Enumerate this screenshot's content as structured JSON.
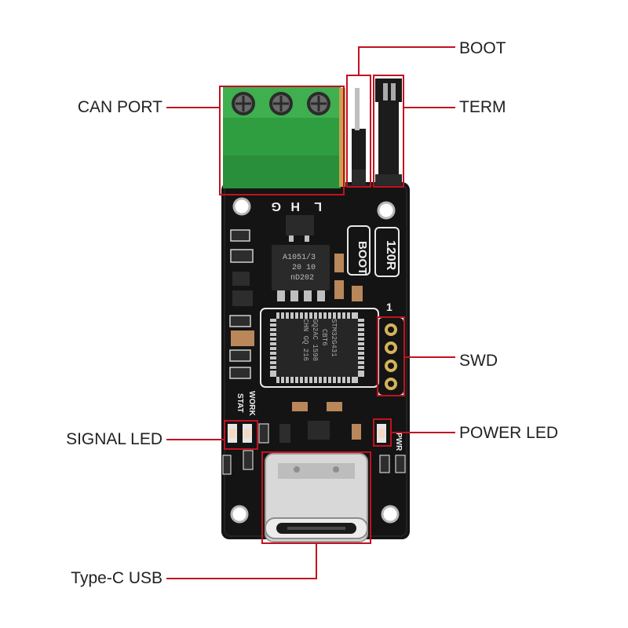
{
  "callouts": {
    "can_port": "CAN PORT",
    "boot": "BOOT",
    "term": "TERM",
    "swd": "SWD",
    "signal_led": "SIGNAL LED",
    "power_led": "POWER LED",
    "type_c_usb": "Type-C USB"
  },
  "silkscreen": {
    "terminal_pins": [
      "L",
      "H",
      "G"
    ],
    "boot": "BOOT",
    "resistor": "120R",
    "pin_one": "1",
    "pwr": "PWR",
    "work": "WORK",
    "stat": "STAT",
    "transceiver": [
      "A1051/3",
      "20 10",
      "nD202"
    ],
    "mcu": [
      "STM32G431",
      "CBT6",
      "GQ2AC 1598",
      "CHN GQ 216"
    ]
  },
  "colors": {
    "callout_line": "#c1121f",
    "pcb": "#141414",
    "terminal_block": "#2f9e41",
    "header_black": "#1c1c1c",
    "usb_metal": "#c9c9c9",
    "label_text": "#222222"
  }
}
